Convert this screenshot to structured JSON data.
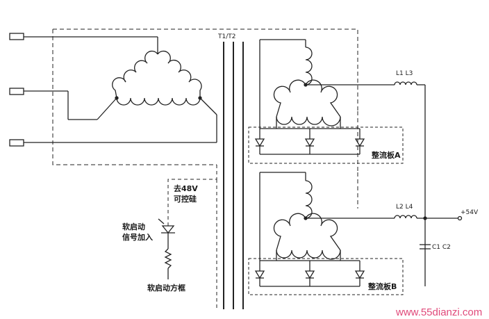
{
  "labels": {
    "transformer": "T1/T2",
    "control_top": "去48V",
    "control_bottom": "可控硅",
    "soft_start_sig_1": "软启动",
    "soft_start_sig_2": "信号加入",
    "soft_start_board": "软启动方框",
    "inductor_a": "L1 L3",
    "inductor_b": "L2 L4",
    "output_voltage": "+54V",
    "capacitor": "C1 C2",
    "rectifier_a": "整流板A",
    "rectifier_b": "整流板B"
  },
  "watermark": "www.55dianzi.com",
  "colors": {
    "line": "#222222",
    "watermark": "#e04a7a"
  }
}
